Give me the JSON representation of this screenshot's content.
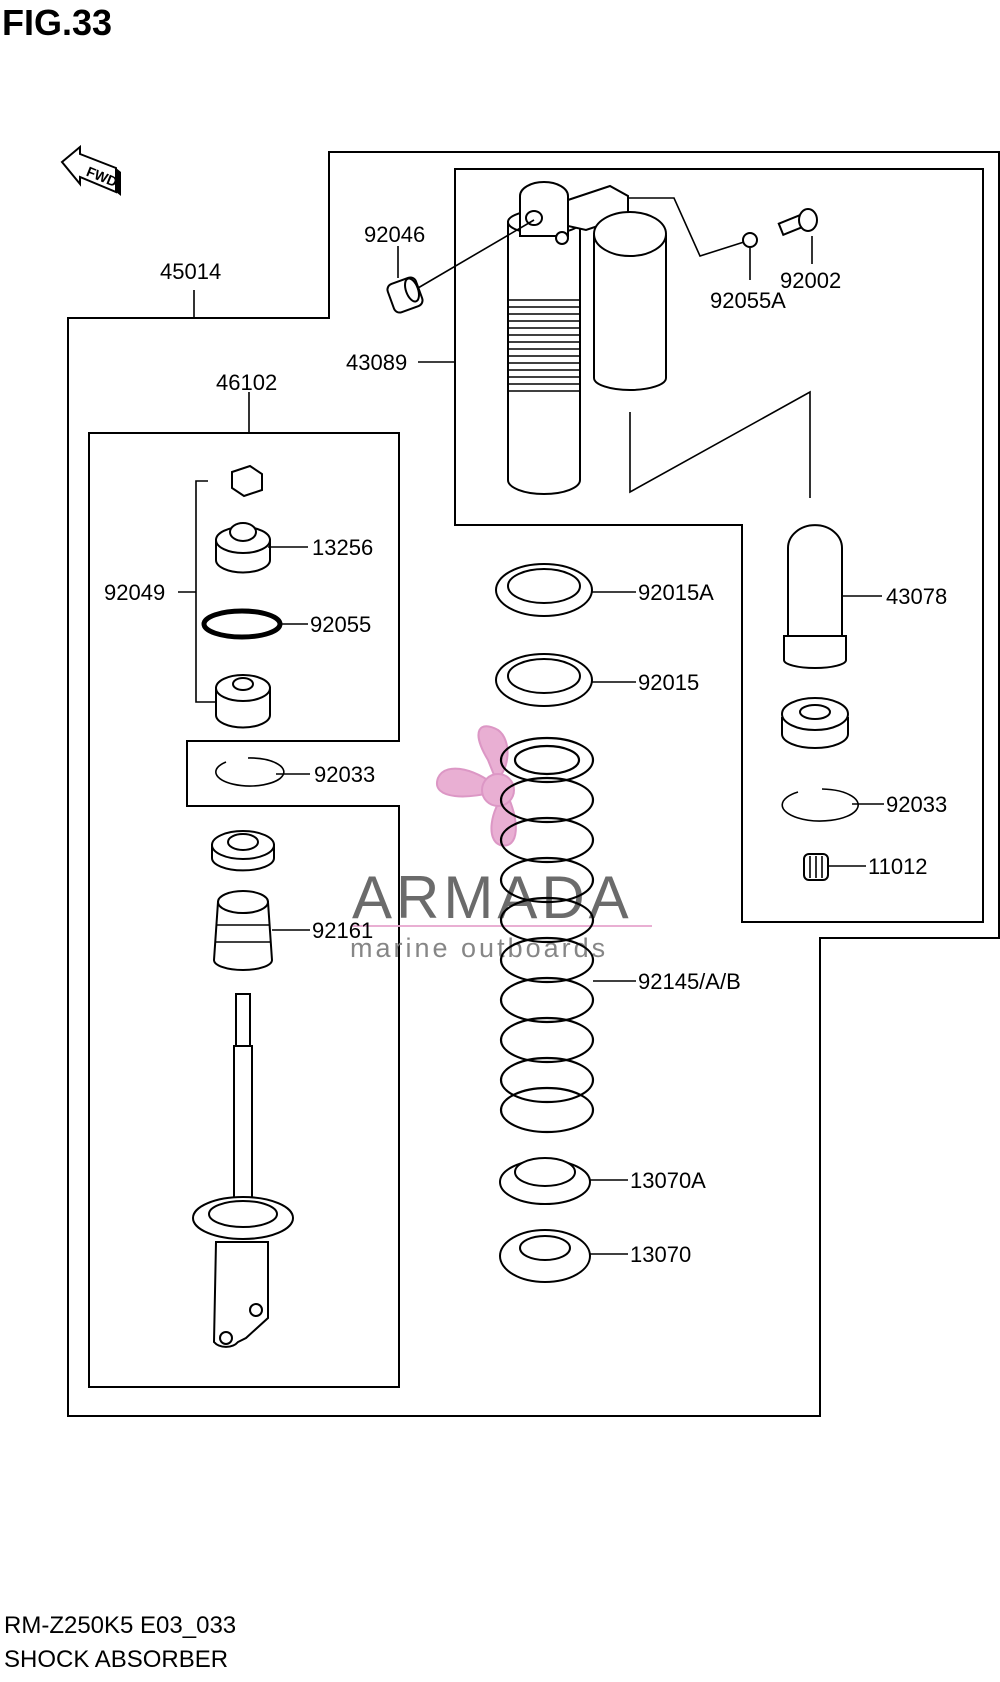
{
  "figure": {
    "title": "FIG.33",
    "model_code": "RM-Z250K5 E03_033",
    "name": "SHOCK ABSORBER"
  },
  "direction": {
    "label": "FWD"
  },
  "callouts": [
    {
      "id": "p45014",
      "label": "45014"
    },
    {
      "id": "p46102",
      "label": "46102"
    },
    {
      "id": "p92046",
      "label": "92046"
    },
    {
      "id": "p43089",
      "label": "43089"
    },
    {
      "id": "p92002",
      "label": "92002"
    },
    {
      "id": "p92055a",
      "label": "92055A"
    },
    {
      "id": "p13256",
      "label": "13256"
    },
    {
      "id": "p92049",
      "label": "92049"
    },
    {
      "id": "p92055",
      "label": "92055"
    },
    {
      "id": "p92033-left",
      "label": "92033"
    },
    {
      "id": "p92161",
      "label": "92161"
    },
    {
      "id": "p92015a",
      "label": "92015A"
    },
    {
      "id": "p92015",
      "label": "92015"
    },
    {
      "id": "p43078",
      "label": "43078"
    },
    {
      "id": "p92033-right",
      "label": "92033"
    },
    {
      "id": "p11012",
      "label": "11012"
    },
    {
      "id": "p92145",
      "label": "92145/A/B"
    },
    {
      "id": "p13070a",
      "label": "13070A"
    },
    {
      "id": "p13070",
      "label": "13070"
    }
  ],
  "watermark": {
    "brand": "ARMADA",
    "tagline": "marine outboards",
    "colors": {
      "logo": "#e7a7cf",
      "text": "#5b5b5b"
    }
  }
}
